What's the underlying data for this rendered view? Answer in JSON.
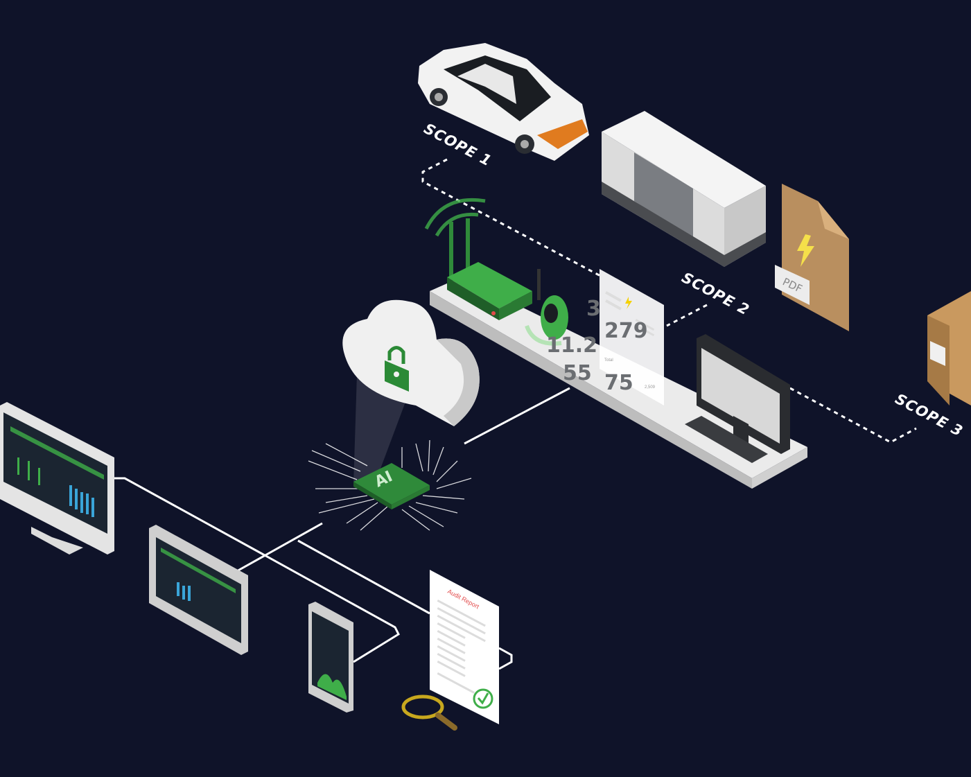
{
  "scopes": {
    "scope1": "SCOPE 1",
    "scope2": "SCOPE 2",
    "scope3": "SCOPE 3"
  },
  "chip_label": "AI",
  "pdf_label": "PDF",
  "audit_report_title": "Audit Report",
  "floating_numbers": {
    "n1": "3",
    "n2": "279",
    "n3": "11.2",
    "n4": "55",
    "n5": "75"
  },
  "invoice": {
    "total_label": "Total",
    "total_value": "2,509"
  },
  "colors": {
    "background": "#0f1329",
    "accent_green": "#3fae49",
    "audit_red": "#e24b4b"
  }
}
